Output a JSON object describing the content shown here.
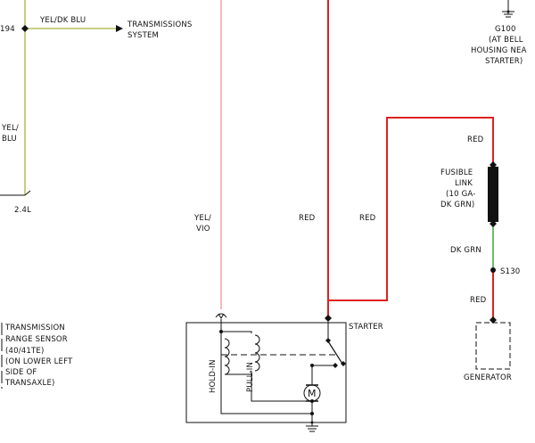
{
  "colors": {
    "red_wire": "#e02020",
    "pink_wire": "#f08a8a",
    "green_wire": "#3aa83a",
    "yellow_green_wire": "#a9b23a",
    "ink": "#111111"
  },
  "labels": {
    "splice_194": "194",
    "yel_dk_blu": "YEL/DK BLU",
    "transmissions_system_1": "TRANSMISSIONS",
    "transmissions_system_2": "SYSTEM",
    "yel_left_1": "YEL/",
    "yel_left_2": "BLU",
    "engine_24l": "2.4L",
    "ground_g100_1": "G100",
    "ground_g100_2": "(AT BELL",
    "ground_g100_3": "HOUSING NEA",
    "ground_g100_4": "STARTER)",
    "red_top_right": "RED",
    "fusible_link_1": "FUSIBLE",
    "fusible_link_2": "LINK",
    "fusible_link_3": "(10 GA-",
    "fusible_link_4": "DK GRN)",
    "dk_grn": "DK GRN",
    "splice_s130": "S130",
    "red_lower_right": "RED",
    "generator": "GENERATOR",
    "yel_vio_1": "YEL/",
    "yel_vio_2": "VIO",
    "red_mid_1": "RED",
    "red_mid_2": "RED",
    "starter": "STARTER",
    "hold_in": "HOLD-IN",
    "pull_in": "PULL-IN",
    "motor": "M",
    "trs_1": "TRANSMISSION",
    "trs_2": "RANGE SENSOR",
    "trs_3": "(40/41TE)",
    "trs_4": "(ON LOWER LEFT",
    "trs_5": "SIDE OF",
    "trs_6": "TRANSAXLE)"
  }
}
